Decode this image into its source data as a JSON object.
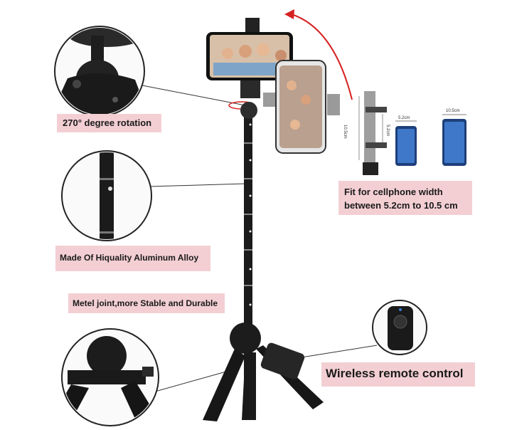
{
  "labels": {
    "rotation": "270° degree rotation",
    "phone_fit_line1": "Fit for cellphone width",
    "phone_fit_line2": "between 5.2cm to 10.5 cm",
    "aluminum": "Made Of Hiquality Aluminum Alloy",
    "joint": "Metel joint,more Stable and Durable",
    "remote": "Wireless remote control"
  },
  "dimensions": {
    "small_phone": "5.2cm",
    "large_phone": "10.5cm",
    "clamp_height": "10.5cm",
    "clamp_width": "5.2cm"
  },
  "colors": {
    "label_bg": "#f3cfd3",
    "tripod": "#1b1b1b",
    "rotation_arrow": "#d62020",
    "phone_blue": "#2f5fb0"
  },
  "icons": [
    "ball-head-icon",
    "pole-icon",
    "tripod-legs-icon",
    "remote-icon",
    "phone-icon",
    "clamp-icon"
  ]
}
